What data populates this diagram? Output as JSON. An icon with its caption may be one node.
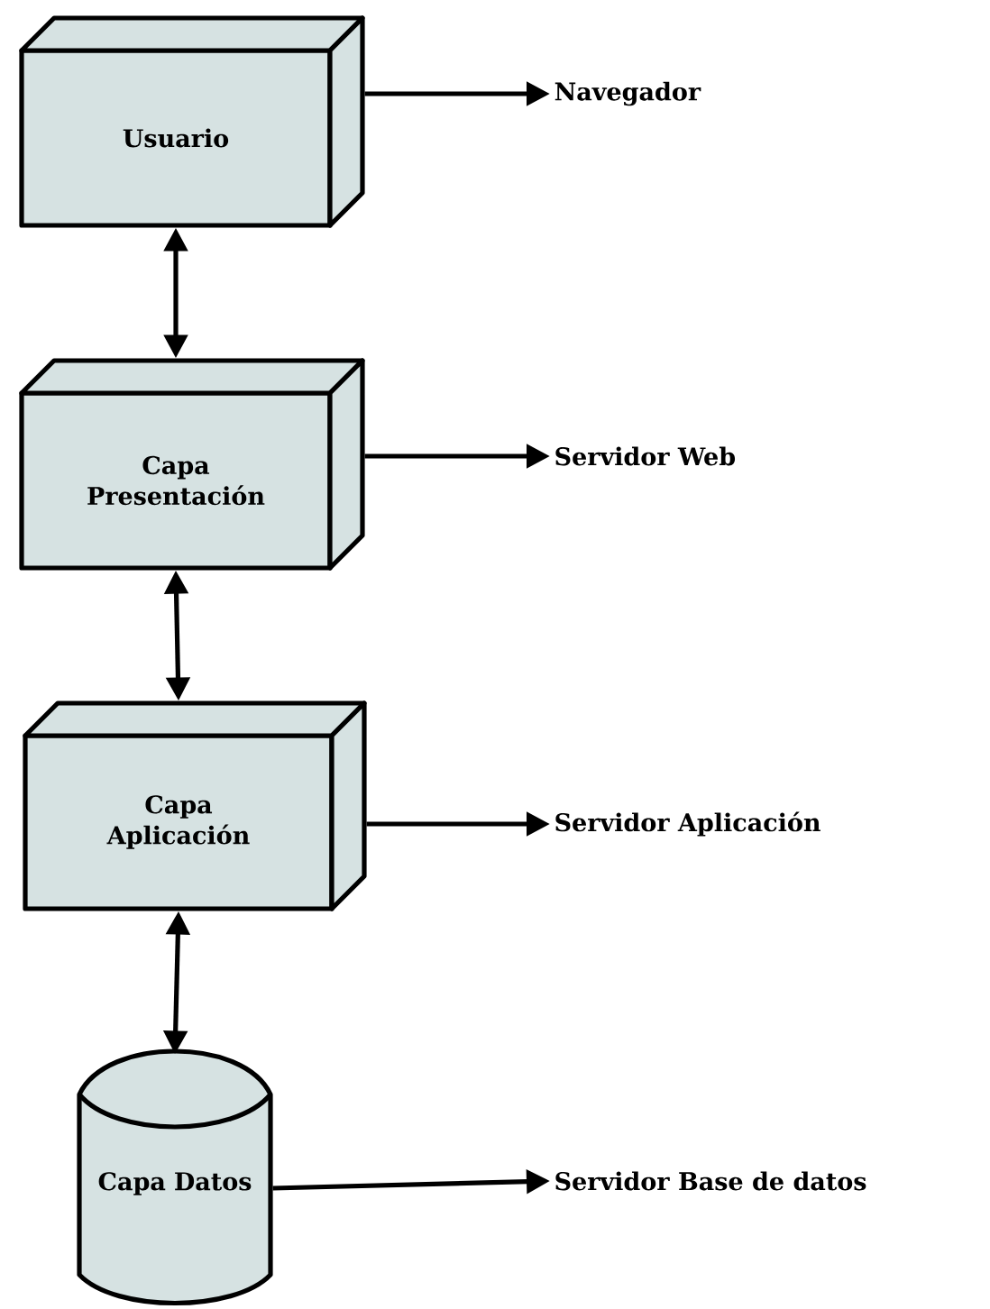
{
  "diagram": {
    "nodes": [
      {
        "text": [
          "Usuario"
        ]
      },
      {
        "text": [
          "Capa Presentación"
        ]
      },
      {
        "text": [
          "Capa Aplicación"
        ]
      },
      {
        "text": [
          "Capa Datos"
        ]
      },
      {
        "text": [
          "Navegador"
        ]
      },
      {
        "text": [
          "Servidor Web"
        ]
      },
      {
        "text": [
          "Servidor Aplicación"
        ]
      },
      {
        "text": [
          "Servidor Base de datos"
        ]
      }
    ],
    "edges": [
      {
        "from": 0,
        "to": 1,
        "arrow": "both"
      },
      {
        "from": 1,
        "to": 2,
        "arrow": "both"
      },
      {
        "from": 2,
        "to": 3,
        "arrow": "both"
      },
      {
        "from": 0,
        "to": 4,
        "arrow": "to"
      },
      {
        "from": 1,
        "to": 5,
        "arrow": "to"
      },
      {
        "from": 2,
        "to": 6,
        "arrow": "to"
      },
      {
        "from": 3,
        "to": 7,
        "arrow": "to"
      }
    ]
  }
}
